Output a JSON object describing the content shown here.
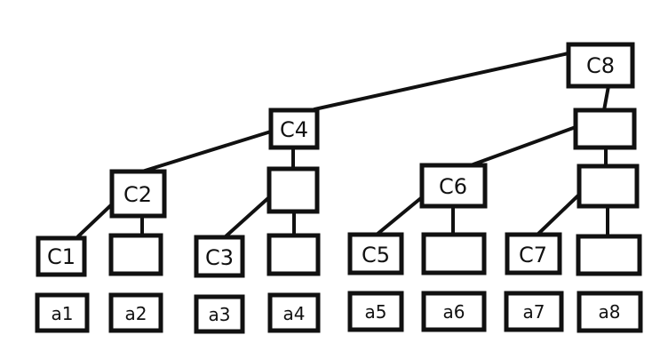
{
  "diagram": {
    "nodes": {
      "c8": "C8",
      "c8_child": "",
      "c4": "C4",
      "c4_child": "",
      "c2": "C2",
      "c6": "C6",
      "c6_child": "",
      "c1": "C1",
      "b2": "",
      "c3": "C3",
      "b4": "",
      "c5": "C5",
      "b6": "",
      "c7": "C7",
      "b8": ""
    },
    "array": [
      "a1",
      "a2",
      "a3",
      "a4",
      "a5",
      "a6",
      "a7",
      "a8"
    ]
  },
  "colors": {
    "stroke": "#111111",
    "background": "#ffffff"
  }
}
